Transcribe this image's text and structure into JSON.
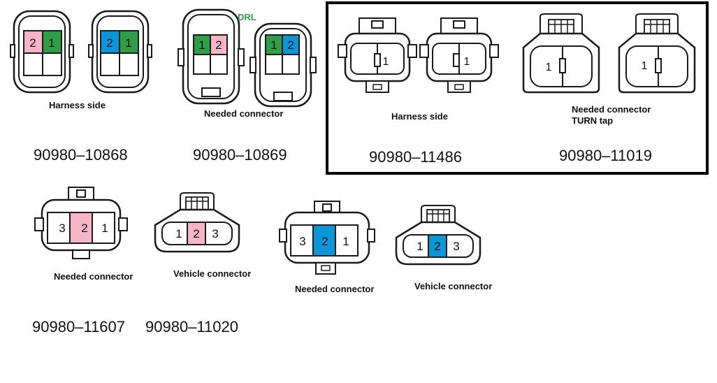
{
  "colors": {
    "pink": "#f6b4c9",
    "green": "#2e9e48",
    "blue": "#0b96d8",
    "outline": "#1a1a1a",
    "drl_text": "#2e9e48"
  },
  "labels": {
    "drl": "DRL",
    "harness_side_1": "Harness side",
    "needed_connector_1": "Needed connector",
    "harness_side_2": "Harness side",
    "needed_connector_turn_line1": "Needed connector",
    "needed_connector_turn_line2": "TURN tap",
    "needed_connector_3": "Needed connector",
    "vehicle_connector_1": "Vehicle connector",
    "needed_connector_4": "Needed connector",
    "vehicle_connector_2": "Vehicle connector"
  },
  "part_numbers": {
    "p10868": "90980–10868",
    "p10869": "90980–10869",
    "p11486": "90980–11486",
    "p11019": "90980–11019",
    "p11607": "90980–11607",
    "p11020": "90980–11020"
  },
  "pins": {
    "c1": [
      "2",
      "1"
    ],
    "c2": [
      "2",
      "1"
    ],
    "c3": [
      "1",
      "2"
    ],
    "c4": [
      "1",
      "2"
    ],
    "c5": [
      "1"
    ],
    "c6": [
      "1"
    ],
    "c7": [
      "1"
    ],
    "c8": [
      "1"
    ],
    "c9": [
      "3",
      "2",
      "1"
    ],
    "c10": [
      "1",
      "2",
      "3"
    ],
    "c11": [
      "3",
      "2",
      "1"
    ],
    "c12": [
      "1",
      "2",
      "3"
    ]
  }
}
